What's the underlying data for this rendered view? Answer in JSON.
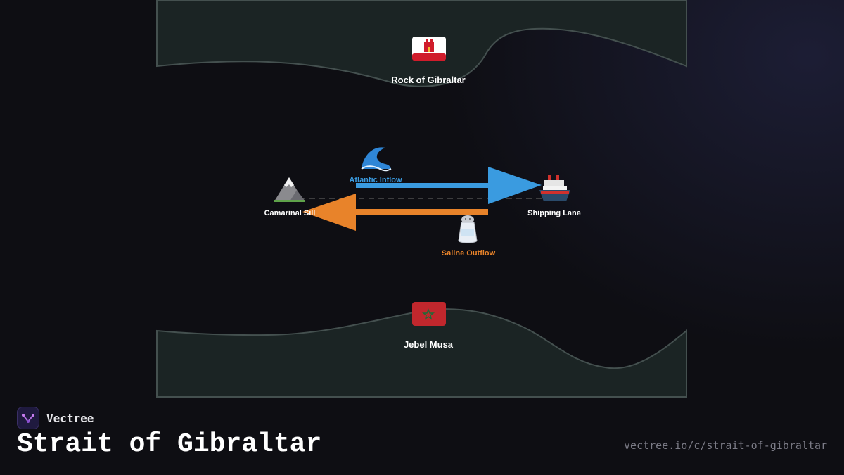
{
  "diagram": {
    "colors": {
      "land_fill": "#1b2424",
      "land_stroke": "#44504f",
      "inflow": "#3a9be0",
      "outflow": "#e8832a",
      "label": "#ffffff",
      "route": "#5a5a5a"
    },
    "north_shore": {
      "icon": "gibraltar-flag-icon",
      "label": "Rock of Gibraltar"
    },
    "south_shore": {
      "icon": "morocco-flag-icon",
      "label": "Jebel Musa"
    },
    "sill": {
      "icon": "mountain-icon",
      "label": "Camarinal Sill"
    },
    "shipping": {
      "icon": "ship-icon",
      "label": "Shipping Lane"
    },
    "inflow": {
      "icon": "wave-icon",
      "label": "Atlantic Inflow"
    },
    "outflow": {
      "icon": "salt-shaker-icon",
      "label": "Saline Outflow"
    }
  },
  "footer": {
    "brand": "Vectree",
    "title": "Strait of Gibraltar",
    "url": "vectree.io/c/strait-of-gibraltar"
  }
}
